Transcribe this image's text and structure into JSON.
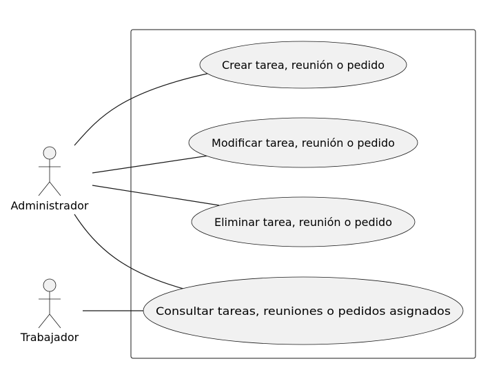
{
  "actors": [
    {
      "id": "admin",
      "label": "Administrador"
    },
    {
      "id": "worker",
      "label": "Trabajador"
    }
  ],
  "use_cases": [
    {
      "id": "uc1",
      "label": "Crear tarea, reunión o pedido"
    },
    {
      "id": "uc2",
      "label": "Modificar tarea, reunión o pedido"
    },
    {
      "id": "uc3",
      "label": "Eliminar tarea, reunión o pedido"
    },
    {
      "id": "uc4",
      "label": "Consultar tareas, reuniones o pedidos asignados"
    }
  ],
  "associations": [
    {
      "from": "admin",
      "to": "uc1"
    },
    {
      "from": "admin",
      "to": "uc2"
    },
    {
      "from": "admin",
      "to": "uc3"
    },
    {
      "from": "admin",
      "to": "uc4"
    },
    {
      "from": "worker",
      "to": "uc4"
    }
  ],
  "colors": {
    "shape_fill": "#f1f1f1",
    "stroke": "#181818",
    "background": "#ffffff"
  }
}
